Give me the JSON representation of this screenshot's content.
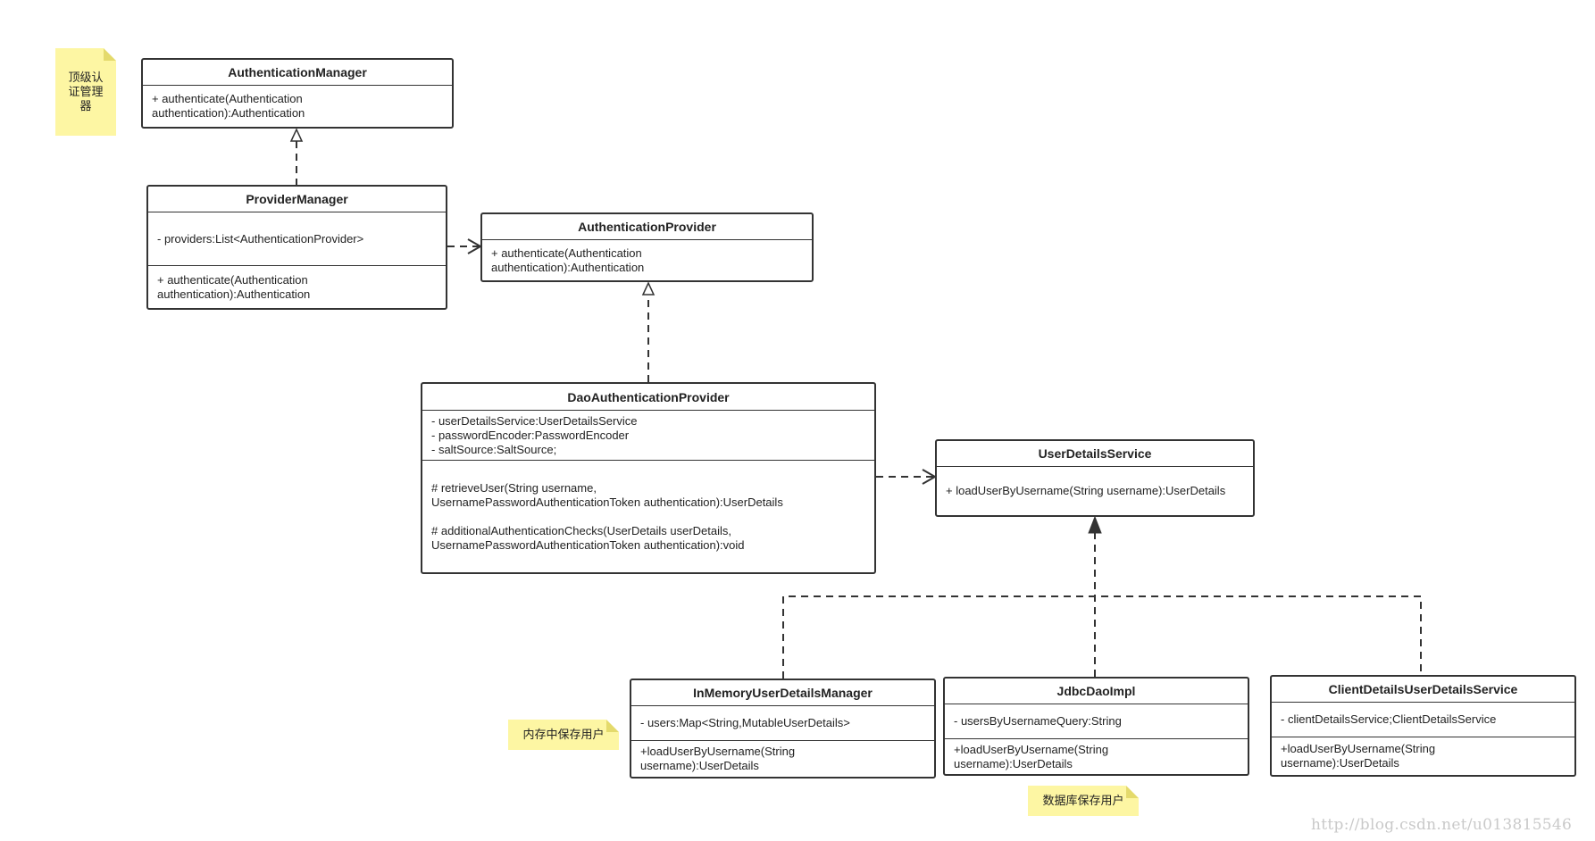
{
  "notes": {
    "top_level": "顶级认证管理器",
    "in_memory": "内存中保存用户",
    "database": "数据库保存用户"
  },
  "classes": {
    "authentication_manager": {
      "name": "AuthenticationManager",
      "methods": [
        "+ authenticate(Authentication",
        "authentication):Authentication"
      ]
    },
    "provider_manager": {
      "name": "ProviderManager",
      "fields": [
        "- providers:List<AuthenticationProvider>"
      ],
      "methods": [
        "+ authenticate(Authentication",
        "authentication):Authentication"
      ]
    },
    "authentication_provider": {
      "name": "AuthenticationProvider",
      "methods": [
        "+ authenticate(Authentication",
        "authentication):Authentication"
      ]
    },
    "dao_authentication_provider": {
      "name": "DaoAuthenticationProvider",
      "fields": [
        "- userDetailsService:UserDetailsService",
        "- passwordEncoder:PasswordEncoder",
        "- saltSource:SaltSource;"
      ],
      "methods": [
        "# retrieveUser(String username,",
        "UsernamePasswordAuthenticationToken authentication):UserDetails",
        "",
        "# additionalAuthenticationChecks(UserDetails userDetails,",
        "UsernamePasswordAuthenticationToken authentication):void"
      ]
    },
    "user_details_service": {
      "name": "UserDetailsService",
      "methods": [
        "+ loadUserByUsername(String username):UserDetails"
      ]
    },
    "in_memory_user_details_manager": {
      "name": "InMemoryUserDetailsManager",
      "fields": [
        "- users:Map<String,MutableUserDetails>"
      ],
      "methods": [
        "+loadUserByUsername(String",
        "username):UserDetails"
      ]
    },
    "jdbc_dao_impl": {
      "name": "JdbcDaoImpl",
      "fields": [
        "- usersByUsernameQuery:String"
      ],
      "methods": [
        "+loadUserByUsername(String",
        "username):UserDetails"
      ]
    },
    "client_details_user_details_service": {
      "name": "ClientDetailsUserDetailsService",
      "fields": [
        "- clientDetailsService;ClientDetailsService"
      ],
      "methods": [
        "+loadUserByUsername(String",
        "username):UserDetails"
      ]
    }
  },
  "watermark": "http://blog.csdn.net/u013815546",
  "colors": {
    "border": "#333333",
    "note_fill": "#fdf6a3",
    "watermark": "#c9c9c9"
  }
}
